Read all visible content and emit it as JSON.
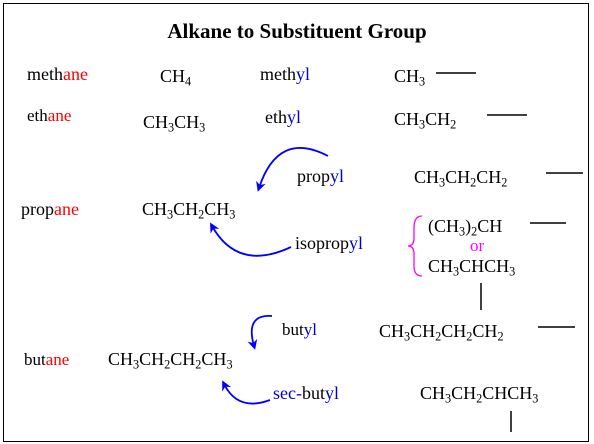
{
  "title": "Alkane to Substituent Group",
  "colors": {
    "red": "#ff0000",
    "blue": "#0000cc",
    "magenta": "#ff00ff",
    "arrow": "#0000ff"
  },
  "rows": {
    "methane": {
      "alkane_stem": "meth",
      "alkane_suffix": "ane",
      "formula": [
        "CH",
        "4"
      ],
      "group_stem": "meth",
      "group_suffix": "yl",
      "group_formula": [
        "CH",
        "3"
      ]
    },
    "ethane": {
      "alkane_stem": "eth",
      "alkane_suffix": "ane",
      "formula": [
        "CH",
        "3",
        "CH",
        "3"
      ],
      "group_stem": "eth",
      "group_suffix": "yl",
      "group_formula": [
        "CH",
        "3",
        "CH",
        "2"
      ]
    },
    "propane": {
      "alkane_stem": "prop",
      "alkane_suffix": "ane",
      "formula": [
        "CH",
        "3",
        "CH",
        "2",
        "CH",
        "3"
      ],
      "propyl_stem": "prop",
      "propyl_suffix": "yl",
      "propyl_formula": [
        "CH",
        "3",
        "CH",
        "2",
        "CH",
        "2"
      ],
      "isopropyl_stem": "isoprop",
      "isopropyl_suffix": "yl",
      "iso_formula_a": [
        "(CH",
        "3",
        ")",
        "2",
        "CH"
      ],
      "iso_or": "or",
      "iso_formula_b": [
        "CH",
        "3",
        "CHCH",
        "3"
      ]
    },
    "butane": {
      "alkane_stem": "but",
      "alkane_suffix": "ane",
      "formula": [
        "CH",
        "3",
        "CH",
        "2",
        "CH",
        "2",
        "CH",
        "3"
      ],
      "butyl_stem": "but",
      "butyl_suffix": "yl",
      "butyl_formula": [
        "CH",
        "3",
        "CH",
        "2",
        "CH",
        "2",
        "CH",
        "2"
      ],
      "sec_prefix": "sec-",
      "sec_stem": "but",
      "sec_suffix": "yl",
      "sec_formula": [
        "CH",
        "3",
        "CH",
        "2",
        "CHCH",
        "3"
      ]
    }
  }
}
